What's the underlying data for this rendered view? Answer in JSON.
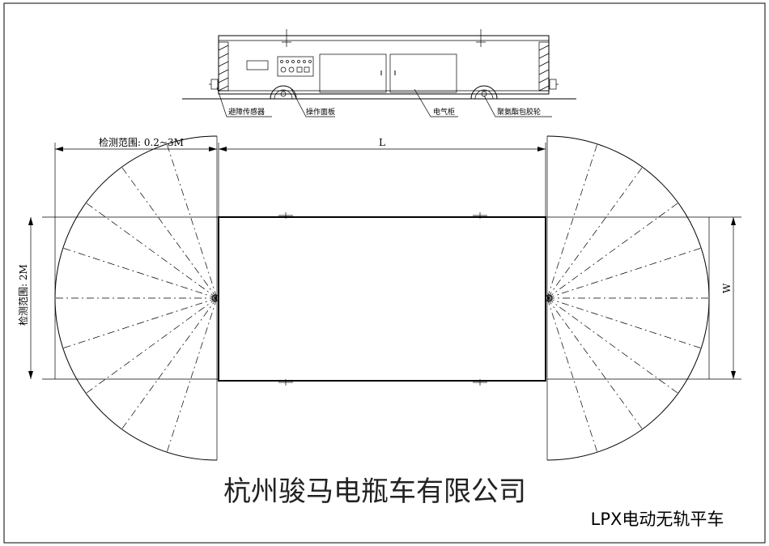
{
  "labels": {
    "obstacle_sensor": "避障传感器",
    "control_panel": "操作面板",
    "electric_cabinet": "电气柜",
    "pu_wheel": "聚氨酯包胶轮"
  },
  "dimensions": {
    "detect_range_length": "检测范围: 0.2~3M",
    "length": "L",
    "detect_range_width": "检测范围: 2M",
    "width": "W"
  },
  "title_block": {
    "company": "杭州骏马电瓶车有限公司",
    "product": "LPX电动无轨平车"
  }
}
